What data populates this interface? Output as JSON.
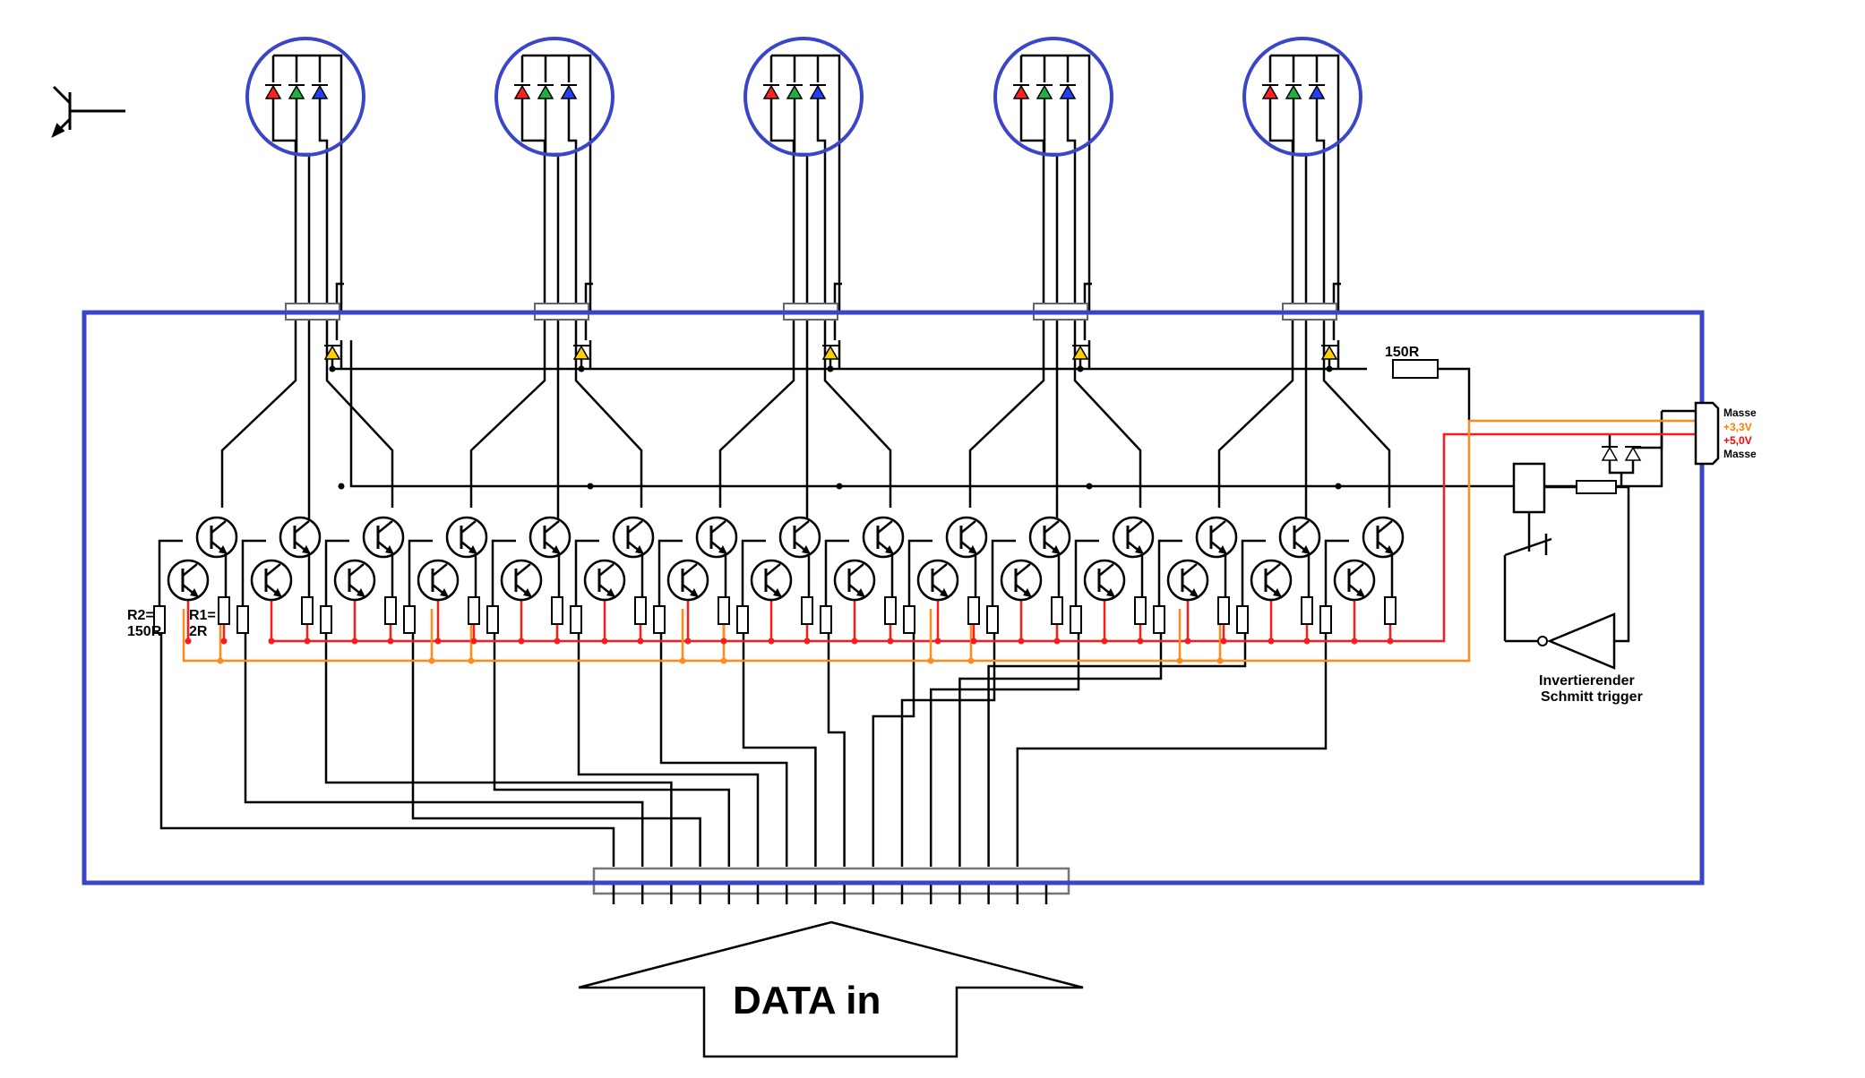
{
  "labels": {
    "resistor_top": "150R",
    "r2_line1": "R2=",
    "r2_line2": "150R",
    "r1_line1": "R1=",
    "r1_line2": "2R",
    "schmitt_line1": "Invertierender",
    "schmitt_line2": "Schmitt trigger",
    "data_in": "DATA in"
  },
  "connector": [
    {
      "label": "Masse",
      "color": "#000000"
    },
    {
      "label": "+3,3V",
      "color": "#ff8000"
    },
    {
      "label": "+5,0V",
      "color": "#ff0000"
    },
    {
      "label": "Masse",
      "color": "#000000"
    }
  ],
  "colors": {
    "board": "#3a45c8",
    "wire": "#000000",
    "rail_orange": "#ff8c1a",
    "rail_red": "#ff1a1a",
    "led_red": "#ff2020",
    "led_green": "#20b040",
    "led_blue": "#2040ff",
    "led_yellow": "#ffd000"
  },
  "led_count": 5,
  "channels_per_led": 3,
  "data_pins": 16
}
